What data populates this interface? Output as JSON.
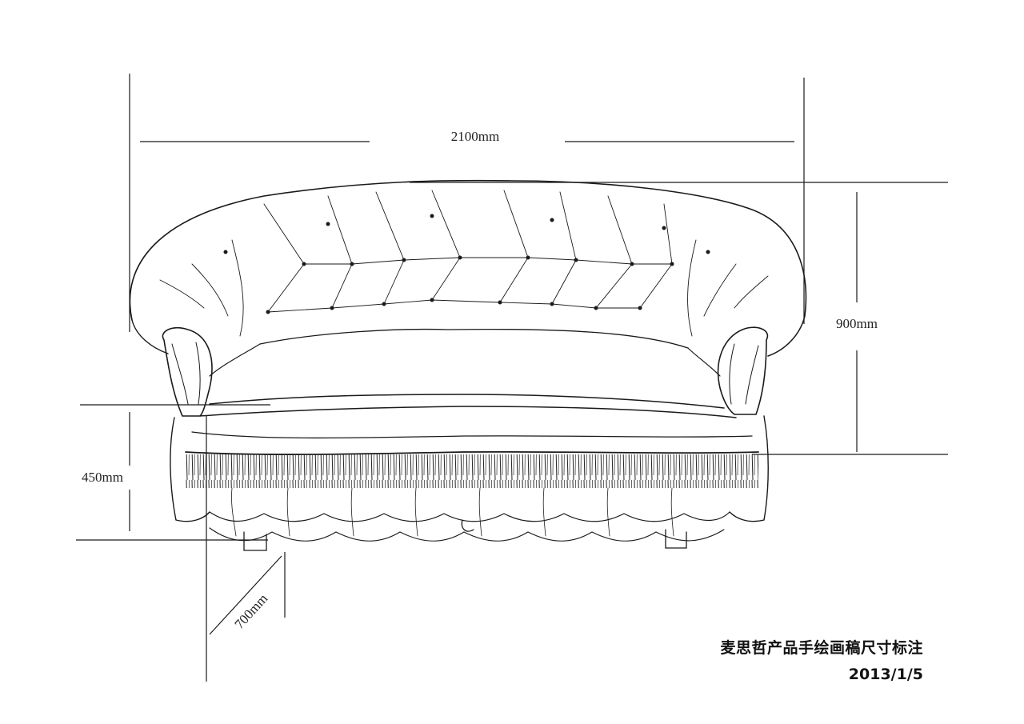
{
  "dimensions": {
    "width": "2100mm",
    "height": "900mm",
    "seat_height": "450mm",
    "depth": "700mm"
  },
  "caption": {
    "title": "麦思哲产品手绘画稿尺寸标注",
    "date": "2013/1/5"
  },
  "colors": {
    "line": "#1a1a1a",
    "background": "#ffffff"
  }
}
